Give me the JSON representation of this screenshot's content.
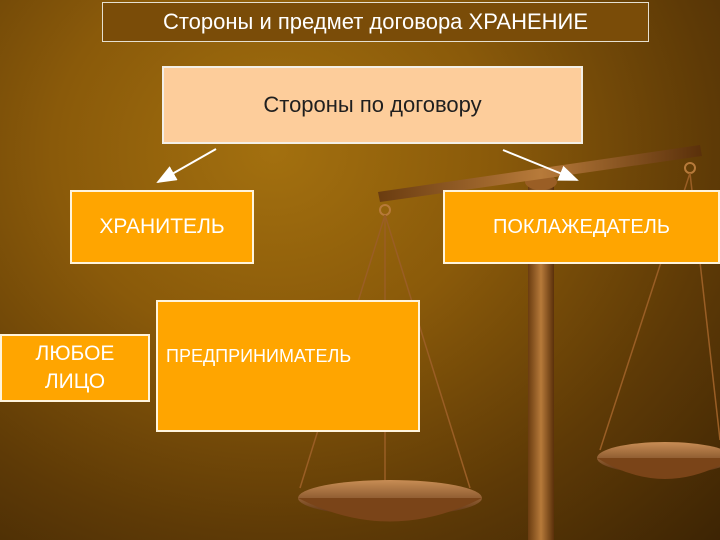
{
  "title": "Стороны и предмет договора ХРАНЕНИЕ",
  "parties": "Стороны по договору",
  "hranitel": "ХРАНИТЕЛЬ",
  "poklazhedatel": "ПОКЛАЖЕДАТЕЛЬ",
  "lyuboe_line1": "ЛЮБОЕ",
  "lyuboe_line2": "ЛИЦО",
  "predprinimatel": "ПРЕДПРИНИМАТЕЛЬ",
  "colors": {
    "background": "#8a5a0a",
    "orange_box": "#ffa500",
    "peach_box": "#fdcd9b",
    "title_box": "#7a4c08"
  }
}
